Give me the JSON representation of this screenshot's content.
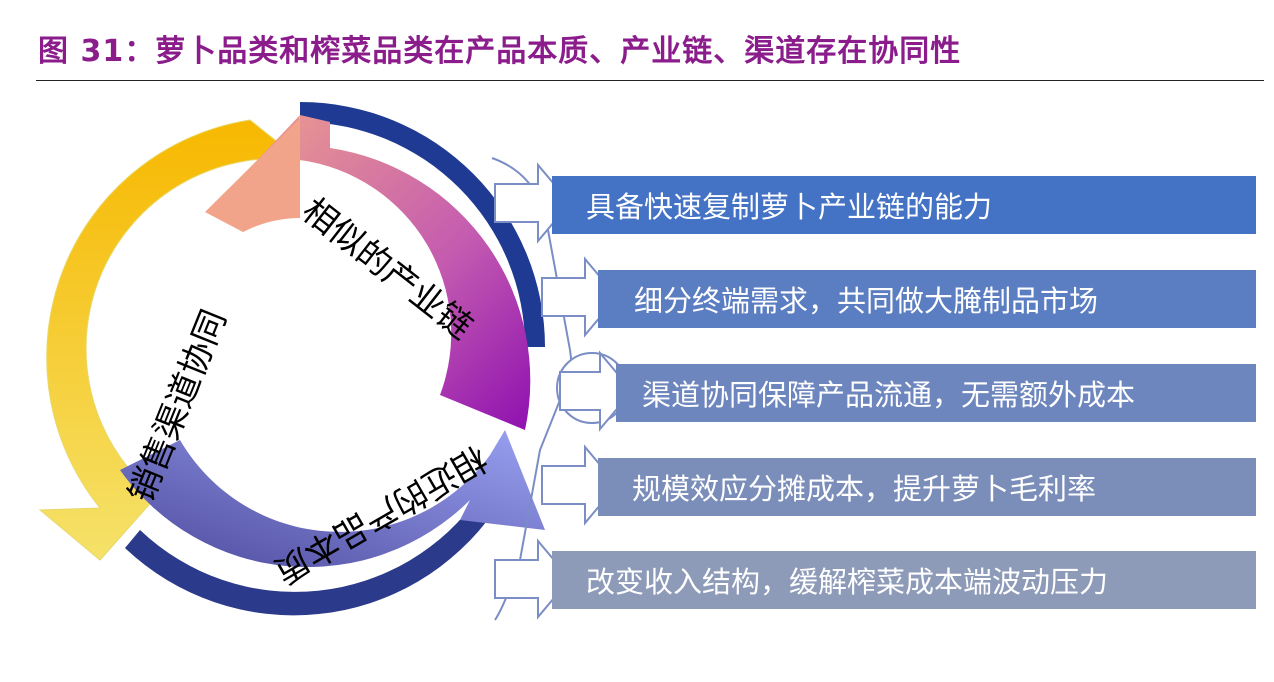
{
  "figure": {
    "title": "图 31：萝卜品类和榨菜品类在产品本质、产业链、渠道存在协同性"
  },
  "cycle": {
    "segments": [
      {
        "label": "销售渠道协同",
        "color_start": "#F5E26A",
        "color_end": "#F7B800"
      },
      {
        "label": "相似的产业链",
        "color_start": "#F1A48A",
        "color_end": "#8E10B0"
      },
      {
        "label": "相近的产品本质",
        "color_start": "#9AA2F2",
        "color_end": "#4E4A9E"
      }
    ],
    "ring_edge_color": "#1F3A93"
  },
  "benefits": [
    {
      "label": "具备快速复制萝卜产业链的能力",
      "color": "#4472C4"
    },
    {
      "label": "细分终端需求，共同做大腌制品市场",
      "color": "#5B7DC2"
    },
    {
      "label": "渠道协同保障产品流通，无需额外成本",
      "color": "#6E86BE"
    },
    {
      "label": "规模效应分摊成本，提升萝卜毛利率",
      "color": "#7B8EBA"
    },
    {
      "label": "改变收入结构，缓解榨菜成本端波动压力",
      "color": "#8D9AB8"
    }
  ]
}
